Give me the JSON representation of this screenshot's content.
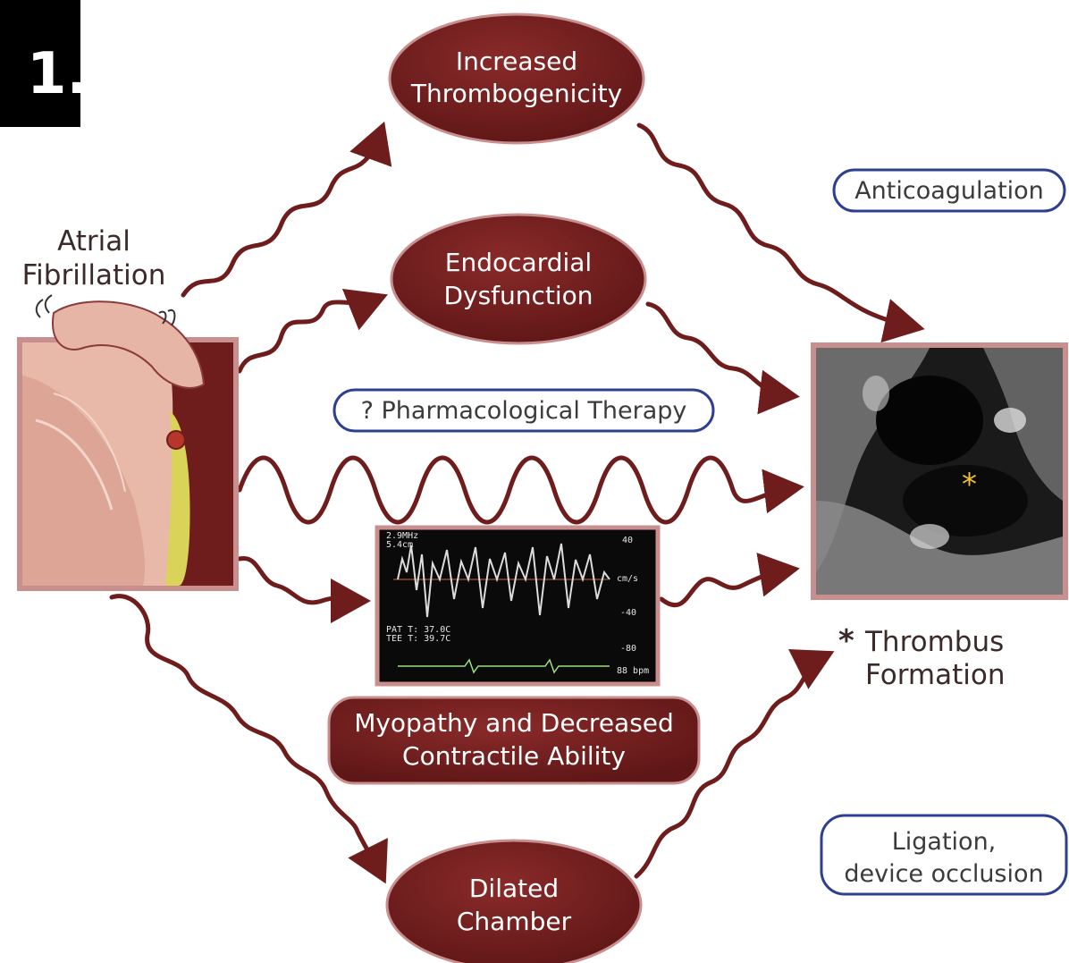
{
  "panel_label": "1.",
  "atrial_fibrillation": [
    "Atrial",
    "Fibrillation"
  ],
  "nodes": {
    "increased_thrombogenicity": [
      "Increased",
      "Thrombogenicity"
    ],
    "endocardial_dysfunction": [
      "Endocardial",
      "Dysfunction"
    ],
    "myopathy": [
      "Myopathy and Decreased",
      "Contractile Ability"
    ],
    "dilated_chamber": [
      "Dilated",
      "Chamber"
    ]
  },
  "therapies": {
    "anticoagulation": "Anticoagulation",
    "pharmacological": "? Pharmacological Therapy",
    "ligation": [
      "Ligation,",
      "device occlusion"
    ]
  },
  "thrombus": {
    "asterisk": "*",
    "lines": [
      "Thrombus",
      "Formation"
    ]
  },
  "doppler": {
    "freq": "2.9MHz",
    "depth": "5.4cm",
    "temp1": "PAT T: 37.0C",
    "temp2": "TEE T: 39.7C",
    "scale": [
      "40",
      "cm/s",
      "-40",
      "-80"
    ],
    "hr": "88 bpm"
  },
  "colors": {
    "maroon": "#6e1c1c",
    "frame": "#c98f8f",
    "pill_border": "#2f3f8f",
    "asterisk": "#f2c230"
  }
}
